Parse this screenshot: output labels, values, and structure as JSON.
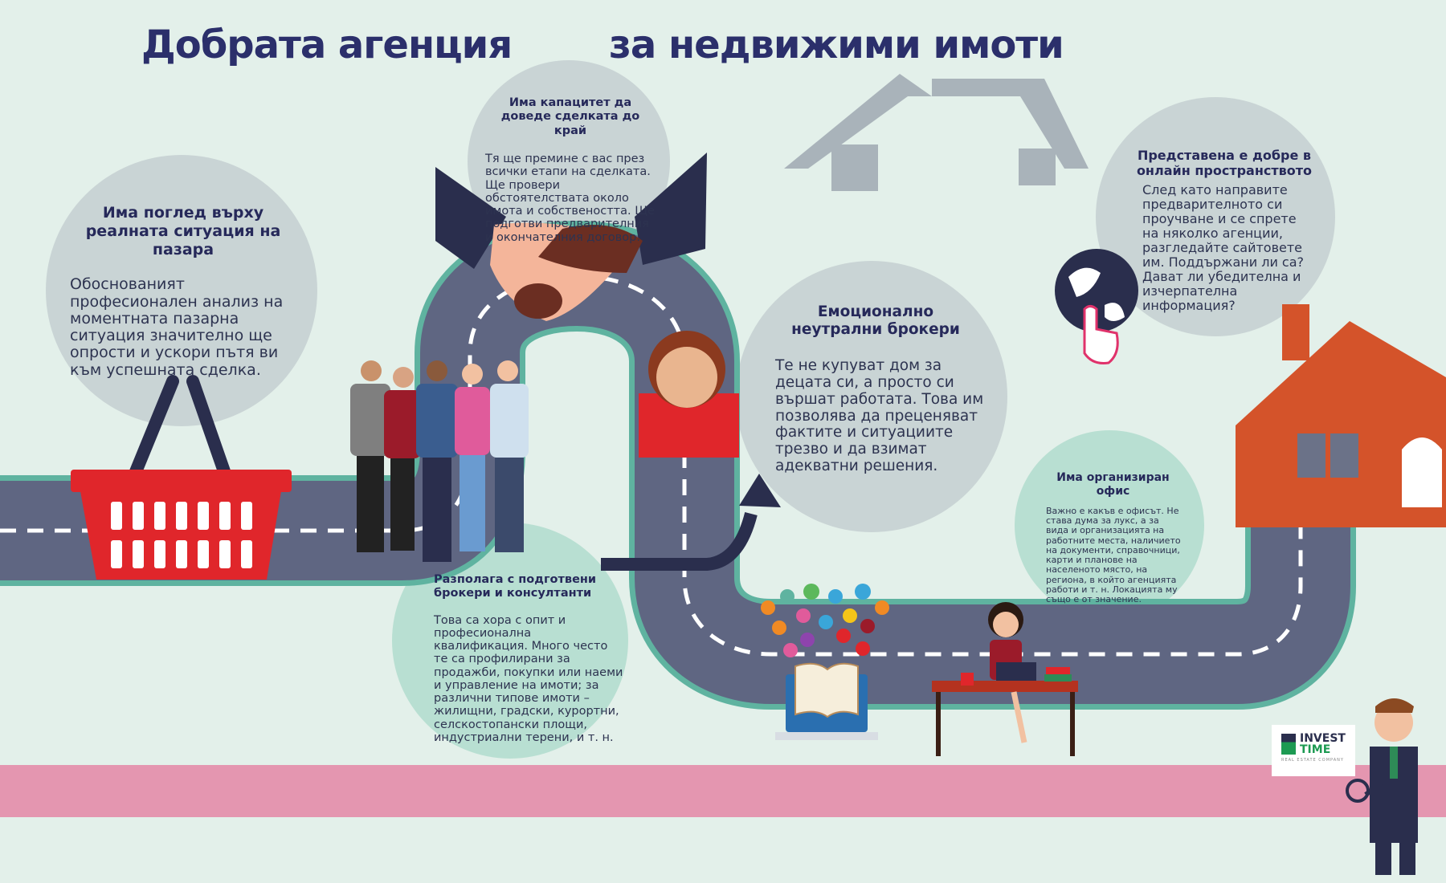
{
  "title": {
    "part1": "Добрата агенция",
    "part2": "за недвижими имоти"
  },
  "blocks": {
    "market": {
      "heading": "Има поглед върху реалната ситуация на пазара",
      "text": "Обоснованият професионален анализ на моментната пазарна ситуация значително ще опрости и ускори пътя ви към успешната сделка."
    },
    "capacity": {
      "heading": "Има капацитет да доведе сделката до край",
      "text": "Тя ще премине с вас през всички етапи на сделката. Ще провери обстоятелствата около имота и собствеността. Ще подготви предварителния и окончателния договор."
    },
    "neutral": {
      "heading": "Емоционално неутрални брокери",
      "text": "Те не купуват дом за децата си, а просто си вършат работата. Това им позволява да преценяват фактите и ситуациите трезво и да взимат адекватни решения."
    },
    "online": {
      "heading": "Представена е добре в онлайн пространството",
      "text": "След като направите предварителното си проучване и се спрете на няколко агенции, разгледайте сайтовете им. Поддържани ли са? Дават ли убедителна и изчерпателна информация?"
    },
    "office": {
      "heading": "Има организиран офис",
      "text": "Важно е какъв е офисът. Не става дума за лукс, а за вида и организацията на работните места, наличието на документи, справочници, карти и планове на населеното място, на региона, в който агенцията работи и т. н. Локацията му също е от значение."
    },
    "brokers": {
      "heading": "Разполага с подготвени брокери и консултанти",
      "text": "Това са хора с опит и професионална квалификация. Много често те са профилирани за продажби, покупки или наеми и управление на имоти; за различни типове имоти – жилищни, градски, курортни, селскостопански площи, индустриални терени, и т. н."
    }
  },
  "logo": {
    "line1": "INVEST",
    "line2": "TIME",
    "tagline": "REAL ESTATE COMPANY"
  },
  "colors": {
    "navy": "#2b2f6b",
    "road": "#5f6682",
    "road_edge": "#5fb3a0",
    "pink": "#e496b0",
    "basket": "#e0262b",
    "house": "#d4532a"
  }
}
